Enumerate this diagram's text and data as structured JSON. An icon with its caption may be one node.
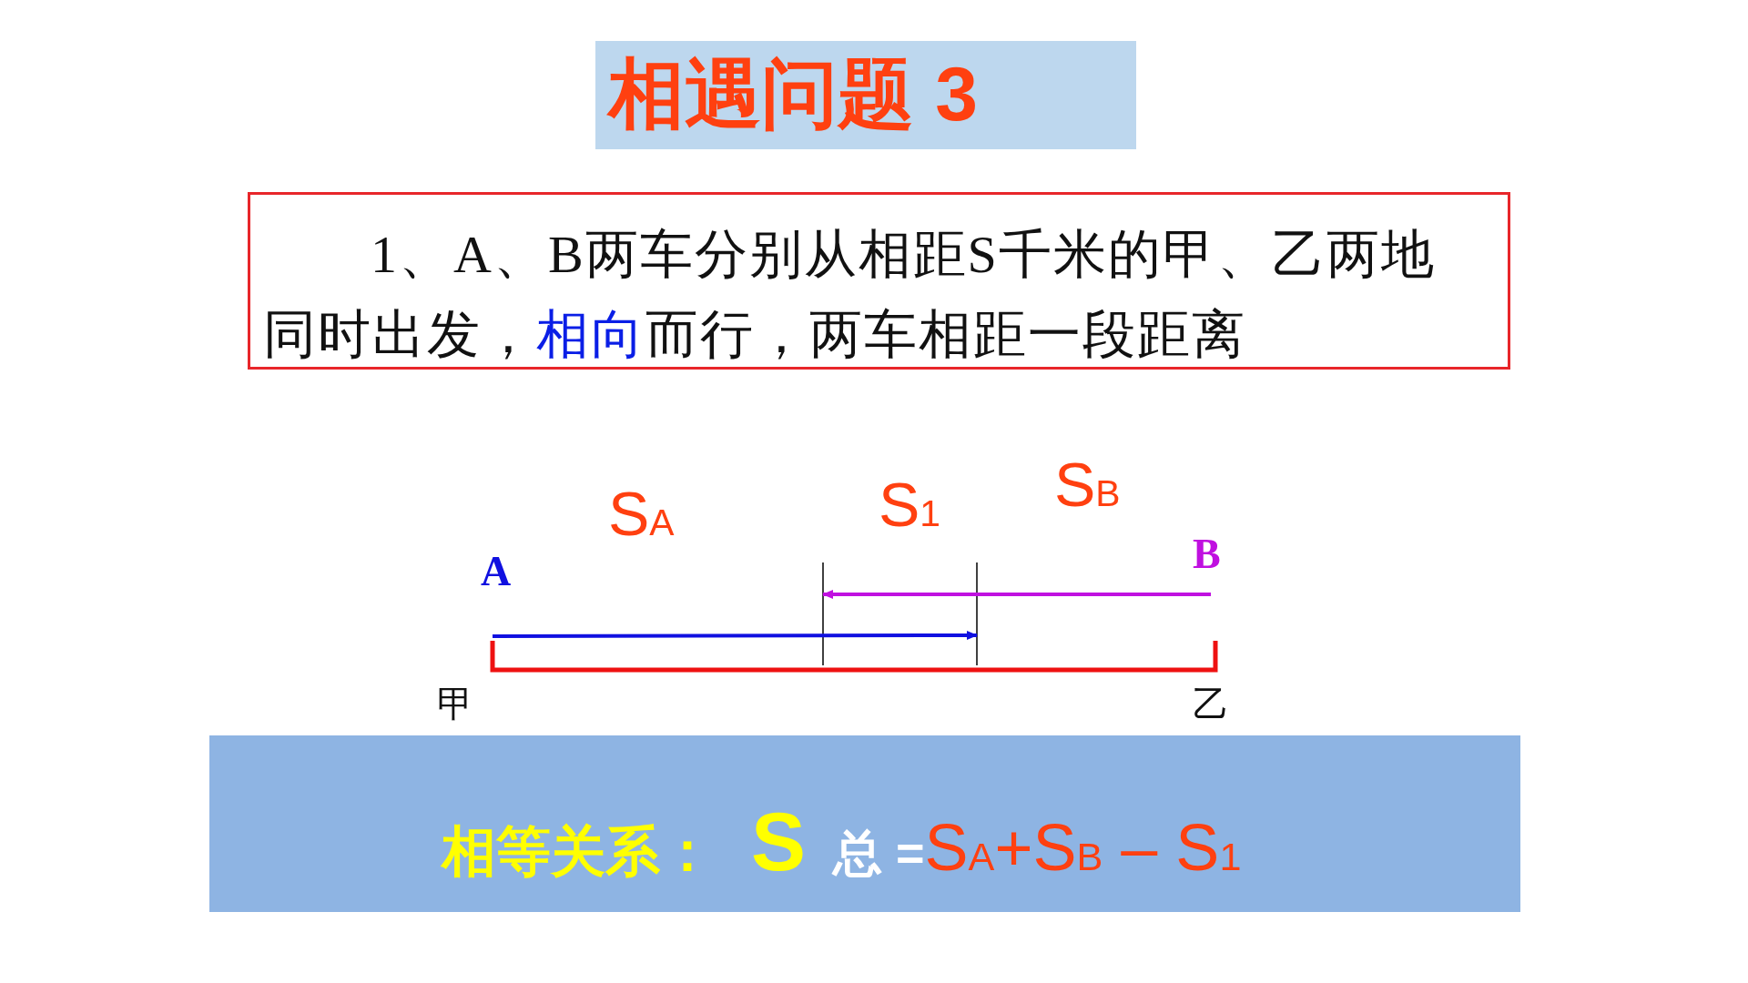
{
  "diagram": {
    "nodes": [
      {
        "text": [
          "相遇问题 3"
        ]
      },
      {
        "text": [
          "1、A、B两车分别从相距S千米的甲、乙两地同时出发，**相向**而行，两车相距一段距离"
        ]
      },
      {
        "text": [
          "相等关系：",
          "S",
          "总 =",
          "S$_{A}$+S$_{B}$ – S$_{1}$"
        ]
      }
    ],
    "edges": [],
    "labels": [
      "S$_{B}$",
      "S$_{1}$",
      "S$_{A}$",
      "B",
      "A",
      "甲",
      "乙"
    ]
  }
}
